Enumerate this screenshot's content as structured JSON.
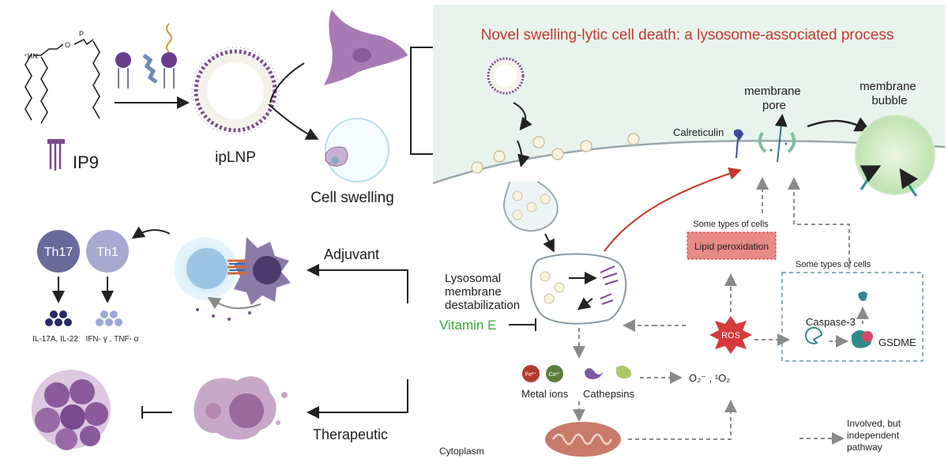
{
  "title": "Novel swelling-lytic cell death: a lysosome-associated process",
  "left": {
    "ip9_label": "IP9",
    "iplnp_label": "ipLNP",
    "cell_swelling_label": "Cell swelling",
    "adjuvant_label": "Adjuvant",
    "therapeutic_label": "Therapeutic",
    "th17_label": "Th17",
    "th1_label": "Th1",
    "th17_cytokines": "IL-17A, IL-22",
    "th1_cytokines": "IFN- γ , TNF- α"
  },
  "right": {
    "membrane_pore_label": [
      "membrane",
      "pore"
    ],
    "membrane_bubble_label": [
      "membrane",
      "bubble"
    ],
    "calreticulin_label": "Calreticulin",
    "some_types_1": "Some types of cells",
    "lipid_peroxidation": "Lipid peroxidation",
    "some_types_2": "Some types of cells",
    "lmd_label": [
      "Lysosomal",
      "membrane",
      "destabilization"
    ],
    "vitamin_e": "Vitamin E",
    "ros_label": "ROS",
    "caspase_label": "Caspase-3",
    "gsdme_label": "GSDME",
    "fe_label": "Fe²⁺",
    "ca_label": "Ca²⁺",
    "metal_ions_label": "Metal ions",
    "cathepsins_label": "Cathepsins",
    "o2_label": "O₂⁻ , ¹O₂",
    "cytoplasm_label": "Cytoplasm",
    "legend_label": [
      "Involved, but",
      "independent",
      "pathway"
    ]
  },
  "colors": {
    "panel_bg": "#e9f3ee",
    "title_red": "#c0392b",
    "vitamin_green": "#3aa935",
    "purple": "#7a4b8c",
    "ros_red": "#d63a3a",
    "lipid_box": "#e57373",
    "teal": "#2f8a8a"
  }
}
